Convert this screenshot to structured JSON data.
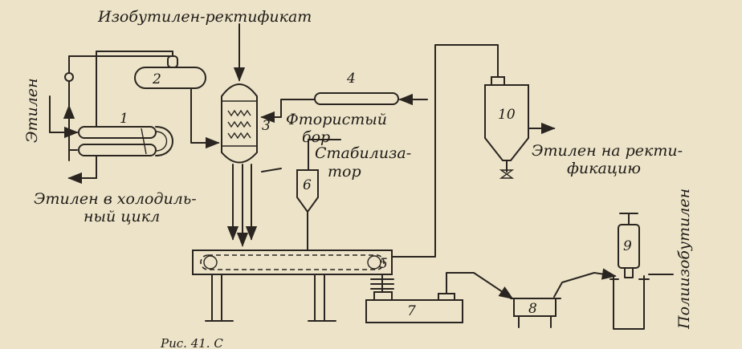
{
  "labels": {
    "isobutylene": "Изобутилен-ректификат",
    "ethylene_in": "Этилен",
    "ethylene_cycle_1": "Этилен в холодиль-",
    "ethylene_cycle_2": "ный цикл",
    "boron_1": "Фтористый",
    "boron_2": "бор",
    "stabilizer_1": "Стабилиза-",
    "stabilizer_2": "тор",
    "rect_1": "Этилен на ректи-",
    "rect_2": "фикацию",
    "polyisobutylene": "Полиизобутилен",
    "page_footer": "Рис. 41. С"
  },
  "equipment_numbers": [
    "1",
    "2",
    "3",
    "4",
    "5",
    "6",
    "7",
    "8",
    "9",
    "10"
  ]
}
